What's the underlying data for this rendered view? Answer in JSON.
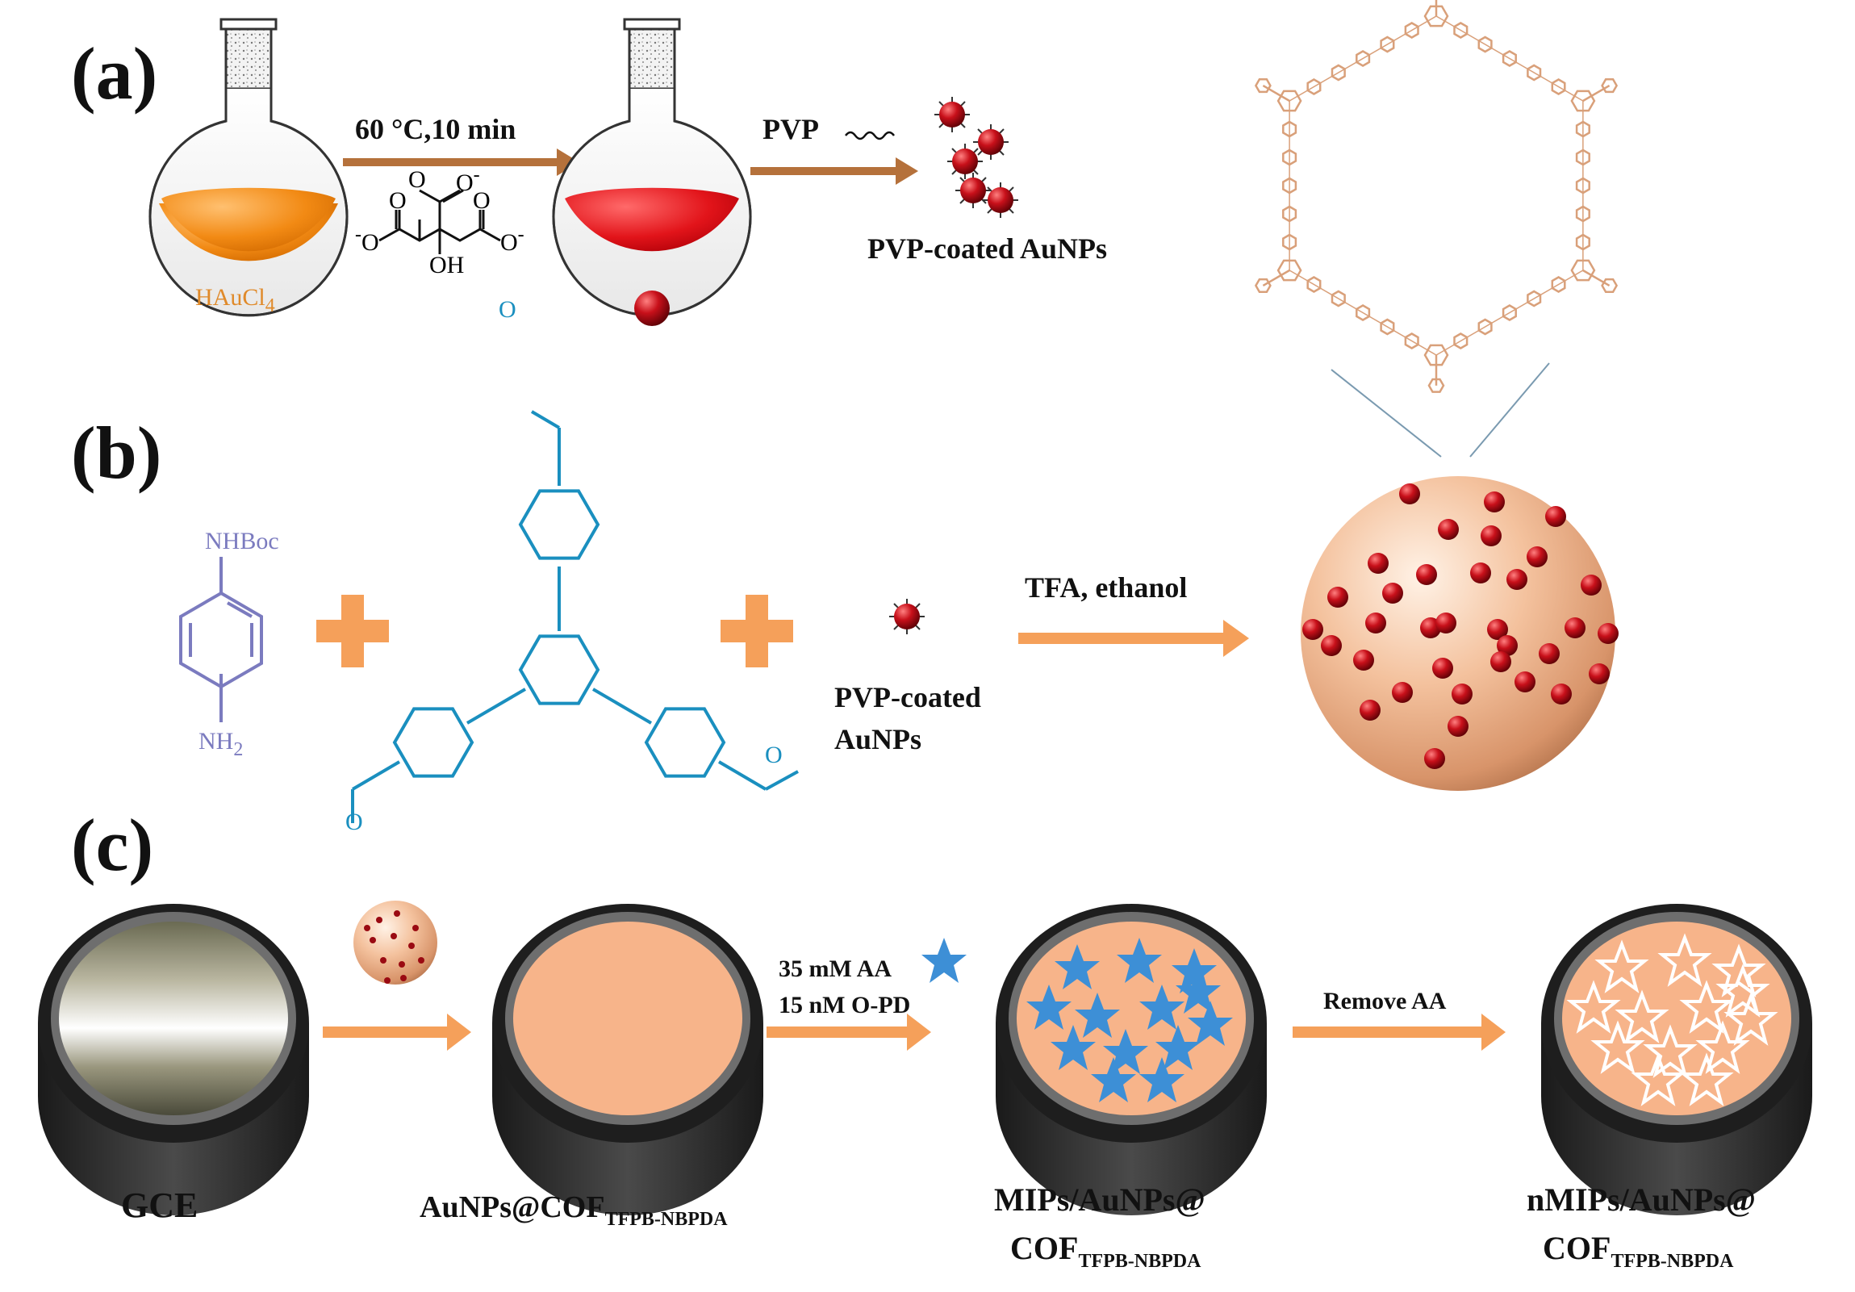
{
  "panels": {
    "a": "(a)",
    "b": "(b)",
    "c": "(c)"
  },
  "panel_a": {
    "reagent_label": "HAuCl",
    "reagent_subscript": "4",
    "step1_condition": "60 °C,10 min",
    "step2_reagent": "PVP",
    "product_label": "PVP-coated AuNPs",
    "citrate": {
      "o_minus": "O",
      "charge": "-",
      "carbonyl": "O",
      "oh": "OH"
    }
  },
  "panel_b": {
    "amine_top": "NHBoc",
    "amine_bottom": "NH",
    "amine_bottom_sub": "2",
    "aldehyde_o": "O",
    "nanoparticle_label_line1": "PVP-coated",
    "nanoparticle_label_line2": "AuNPs",
    "condition": "TFA, ethanol"
  },
  "panel_c": {
    "electrode1_label": "GCE",
    "electrode2_label": "AuNPs@COF",
    "electrode2_sub": "TFPB-NBPDA",
    "step2_line1": "35 mM AA",
    "step2_line2": "15 nM O-PD",
    "electrode3_label_line1": "MIPs/AuNPs@",
    "electrode3_label_line2": "COF",
    "electrode3_sub": "TFPB-NBPDA",
    "step3": "Remove AA",
    "electrode4_label_line1": "nMIPs/AuNPs@",
    "electrode4_label_line2": "COF",
    "electrode4_sub": "TFPB-NBPDA"
  },
  "colors": {
    "orange_solution": "#f28a14",
    "red_solution": "#e2141a",
    "arrow_brown": "#b5713b",
    "arrow_orange": "#f5a05a",
    "amine_purple": "#7b7bbf",
    "aldehyde_blue": "#1a8fbf",
    "cof_peach": "#f2b48a",
    "gold_np": "#c0101a",
    "star_blue": "#3d8fd6"
  }
}
